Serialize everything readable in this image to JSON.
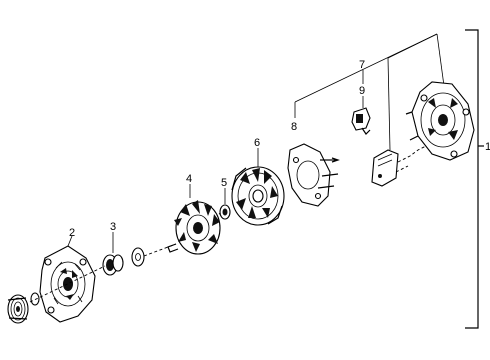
{
  "diagram": {
    "callouts": {
      "assembly": "1",
      "frame": "2",
      "bearing": "3",
      "rotor": "4",
      "rotor_bearing": "5",
      "stator": "6",
      "regulator": "7",
      "rectifier": "8",
      "brush_holder": "9"
    },
    "parts": [
      "pulley-icon",
      "front-frame-icon",
      "bearing-icon",
      "rotor-icon",
      "rotor-bearing-icon",
      "stator-icon",
      "rectifier-plate-icon",
      "brush-holder-icon",
      "regulator-icon",
      "rear-housing-icon"
    ]
  }
}
